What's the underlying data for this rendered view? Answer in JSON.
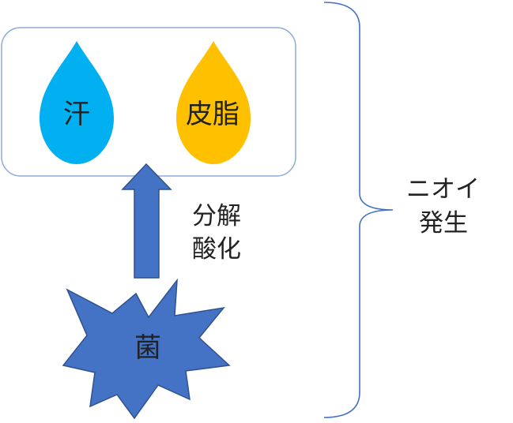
{
  "drops": {
    "sweat_label": "汗",
    "sebum_label": "皮脂"
  },
  "process": {
    "line1": "分解",
    "line2": "酸化"
  },
  "bacteria_label": "菌",
  "result": {
    "line1": "ニオイ",
    "line2": "発生"
  },
  "colors": {
    "sweat_drop": "#00B0F0",
    "sebum_drop": "#FFC000",
    "arrow": "#4472C4",
    "bacteria": "#4472C4",
    "outline": "#2F528F",
    "box_border": "#8EA9DB",
    "brace": "#4472C4"
  },
  "icons": {
    "sweat": "water-drop-icon",
    "sebum": "oil-drop-icon",
    "bacteria": "burst-star-icon",
    "arrow": "up-arrow-icon",
    "brace": "right-curly-brace-icon"
  }
}
